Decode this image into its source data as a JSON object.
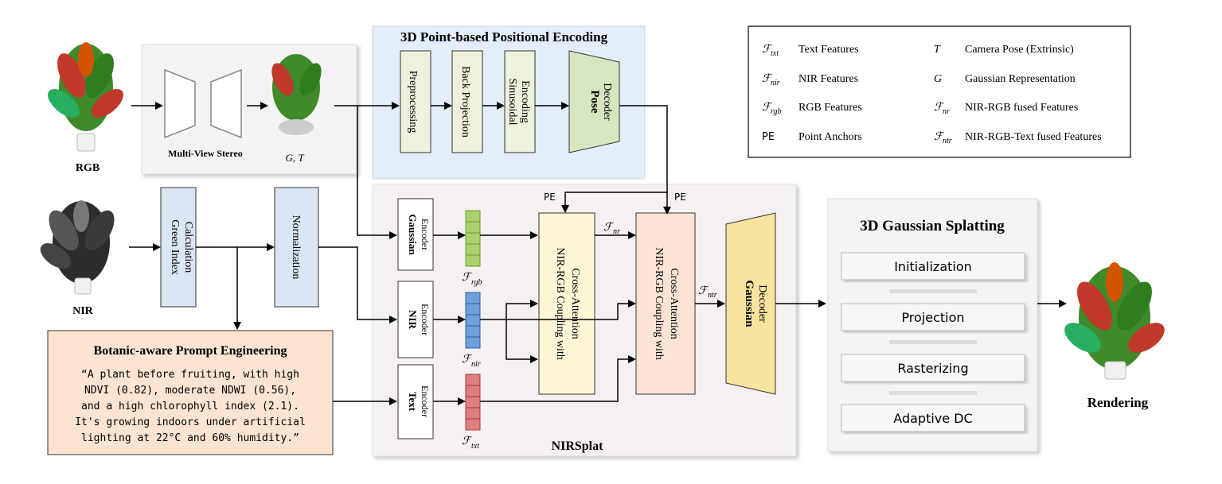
{
  "inputs": {
    "rgb_label": "RGB",
    "nir_label": "NIR",
    "output_label": "Rendering"
  },
  "mvs": {
    "label": "Multi-View Stereo",
    "output": "G, T"
  },
  "pe_module": {
    "title": "3D Point-based Positional Encoding",
    "blocks": [
      "Preprocessing",
      "Back Projection",
      "Sinusoidal",
      "Encoding"
    ],
    "pose_decoder": [
      "Pose",
      "Decoder"
    ]
  },
  "nir_path": {
    "green_index": [
      "Green Index",
      "Calculation"
    ],
    "normalization": "Normalization"
  },
  "prompt": {
    "title": "Botanic-aware Prompt Engineering",
    "lines": [
      "“A plant before fruiting, with high",
      "NDVI (0.82), moderate NDWI (0.56),",
      "and a high chlorophyll index (2.1).",
      "It's growing indoors under artificial",
      "lighting at 22°C and 60% humidity.”"
    ]
  },
  "nirsplat": {
    "title": "NIRSplat",
    "encoders": {
      "gaussian": [
        "Gaussian",
        "Encoder"
      ],
      "nir": [
        "NIR",
        "Encoder"
      ],
      "text": [
        "Text",
        "Encoder"
      ]
    },
    "feature_labels": {
      "rgb": "rgb",
      "nir": "nir",
      "txt": "txt",
      "nr": "nr",
      "ntr": "ntr"
    },
    "pe_tag": "PE",
    "coupling1": [
      "NIR-RGB Coupling with",
      "Cross-Attention"
    ],
    "coupling2": [
      "NIR-RGB Coupling with",
      "Cross-Attention"
    ],
    "gaussian_decoder": [
      "Gaussian",
      "Decoder"
    ]
  },
  "gs": {
    "title": "3D Gaussian Splatting",
    "steps": [
      "Initialization",
      "Projection",
      "Rasterizing",
      "Adaptive DC"
    ]
  },
  "legend": {
    "left": [
      {
        "sym": "txt",
        "text": "Text Features"
      },
      {
        "sym": "nir",
        "text": "NIR Features"
      },
      {
        "sym": "rgb",
        "text": "RGB Features"
      },
      {
        "sym": "PE",
        "text": "Point Anchors"
      }
    ],
    "right": [
      {
        "sym": "T",
        "text": "Camera Pose (Extrinsic)"
      },
      {
        "sym": "G",
        "text": "Gaussian Representation"
      },
      {
        "sym": "nr",
        "text": "NIR-RGB fused Features"
      },
      {
        "sym": "ntr",
        "text": "NIR-RGB-Text fused Features"
      }
    ]
  },
  "colors": {
    "pe_panel": "#e4eef8",
    "nirsplat_panel": "#f6f1f1",
    "green_block": "#ecf2dc",
    "pose_decoder": "#d7e6c0",
    "blue_block": "#dbe6f4",
    "prompt_panel": "#fbe4d2",
    "coupling1": "#fdf7d8",
    "coupling2": "#fbe4d6",
    "gaussian_decoder": "#f8e39f",
    "rgb_cells": "#a9d26d",
    "nir_cells": "#6f9fdc",
    "txt_cells": "#de7e7e"
  }
}
